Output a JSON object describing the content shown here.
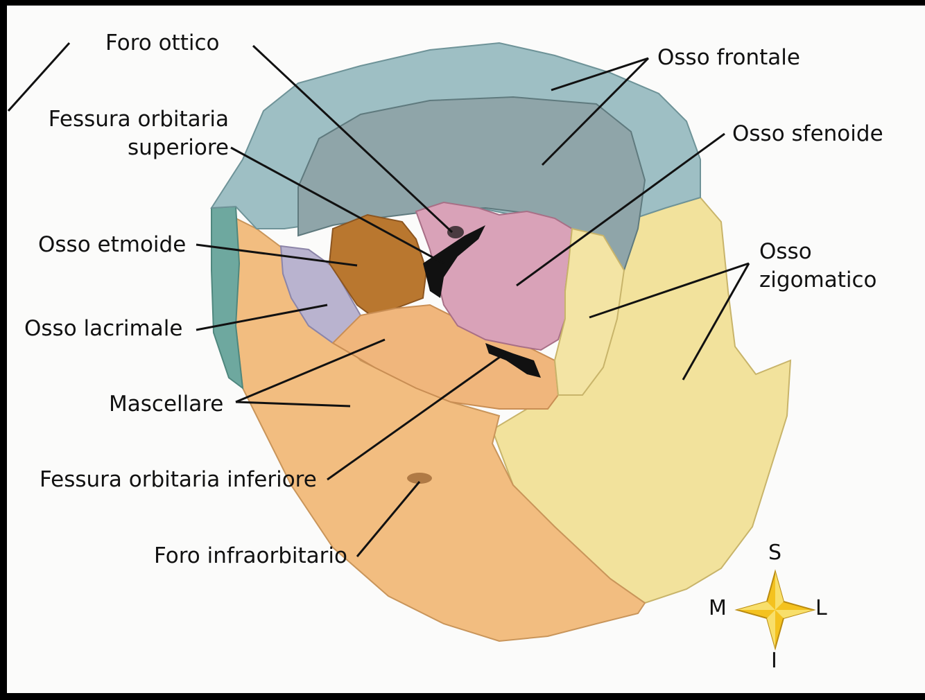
{
  "labels": {
    "foro_ottico": "Foro ottico",
    "fessura_orbitaria_superiore_line1": "Fessura orbitaria",
    "fessura_orbitaria_superiore_line2": "superiore",
    "osso_etmoide": "Osso etmoide",
    "osso_lacrimale": "Osso lacrimale",
    "mascellare": "Mascellare",
    "fessura_orbitaria_inferiore": "Fessura orbitaria inferiore",
    "foro_infraorbitario": "Foro infraorbitario",
    "osso_frontale": "Osso frontale",
    "osso_sfenoide": "Osso sfenoide",
    "osso_zigomatico_line1": "Osso",
    "osso_zigomatico_line2": "zigomatico"
  },
  "compass": {
    "superior": "S",
    "inferior": "I",
    "medial": "M",
    "lateral": "L"
  },
  "colors": {
    "frontal": "#9bbcc1",
    "orbit_roof": "#8fa7ab",
    "sphenoid": "#d7a0b6",
    "ethmoid": "#b8742f",
    "lacrimal": "#b7b0cc",
    "maxilla": "#f0bd82",
    "zygomatic": "#f2e09a",
    "nasal_edge": "#6aa89e",
    "leader": "#111111"
  }
}
